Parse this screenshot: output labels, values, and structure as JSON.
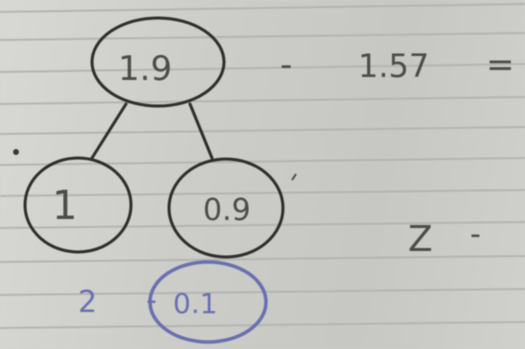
{
  "problem": {
    "whole": "1.9",
    "minus": "-",
    "subtrahend": "1.57",
    "equals": "="
  },
  "number_bond": {
    "ones": "1",
    "tenths": "0.9"
  },
  "side_note": {
    "z": "Z",
    "dash": "-"
  },
  "work": {
    "two": "2",
    "minus": "-",
    "circled": "0.1"
  },
  "colors": {
    "pencil": "#4e4c47",
    "blue_ink": "#6a6fb0",
    "paper": "#cfd0cb",
    "rule_line": "#b3b4b0"
  }
}
